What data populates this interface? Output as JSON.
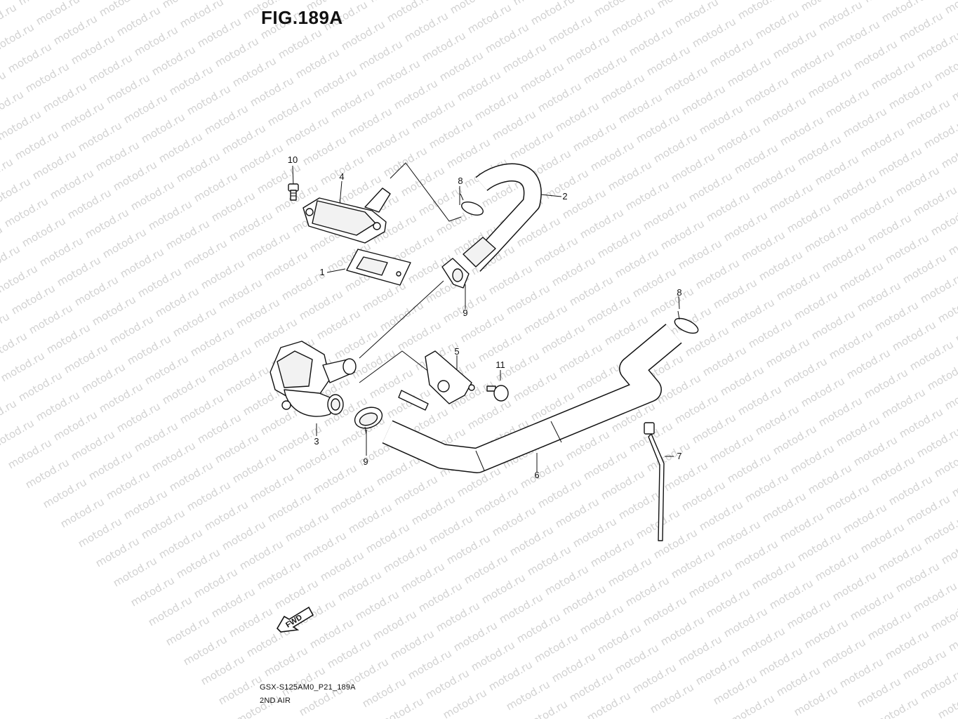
{
  "figure": {
    "title": "FIG.189A",
    "model_code": "GSX-S125AM0_P21_189A",
    "section_name": "2ND AIR",
    "direction_label": "FWD"
  },
  "watermark": {
    "text": "motod.ru"
  },
  "callouts": [
    {
      "id": "c1",
      "label": "1"
    },
    {
      "id": "c2",
      "label": "2"
    },
    {
      "id": "c3",
      "label": "3"
    },
    {
      "id": "c4",
      "label": "4"
    },
    {
      "id": "c5",
      "label": "5"
    },
    {
      "id": "c6",
      "label": "6"
    },
    {
      "id": "c7",
      "label": "7"
    },
    {
      "id": "c8a",
      "label": "8"
    },
    {
      "id": "c8b",
      "label": "8"
    },
    {
      "id": "c9a",
      "label": "9"
    },
    {
      "id": "c9b",
      "label": "9"
    },
    {
      "id": "c10",
      "label": "10"
    },
    {
      "id": "c11",
      "label": "11"
    }
  ],
  "parts": [
    {
      "number": "1",
      "icon": "filter-element-icon"
    },
    {
      "number": "2",
      "icon": "upper-hose-icon"
    },
    {
      "number": "3",
      "icon": "pair-valve-icon"
    },
    {
      "number": "4",
      "icon": "reed-valve-cover-icon"
    },
    {
      "number": "5",
      "icon": "hose-bracket-icon"
    },
    {
      "number": "6",
      "icon": "lower-hose-icon"
    },
    {
      "number": "7",
      "icon": "cable-tie-icon"
    },
    {
      "number": "8",
      "icon": "hose-clip-icon"
    },
    {
      "number": "9",
      "icon": "spring-clamp-icon"
    },
    {
      "number": "10",
      "icon": "bolt-icon"
    },
    {
      "number": "11",
      "icon": "bolt-icon"
    }
  ]
}
